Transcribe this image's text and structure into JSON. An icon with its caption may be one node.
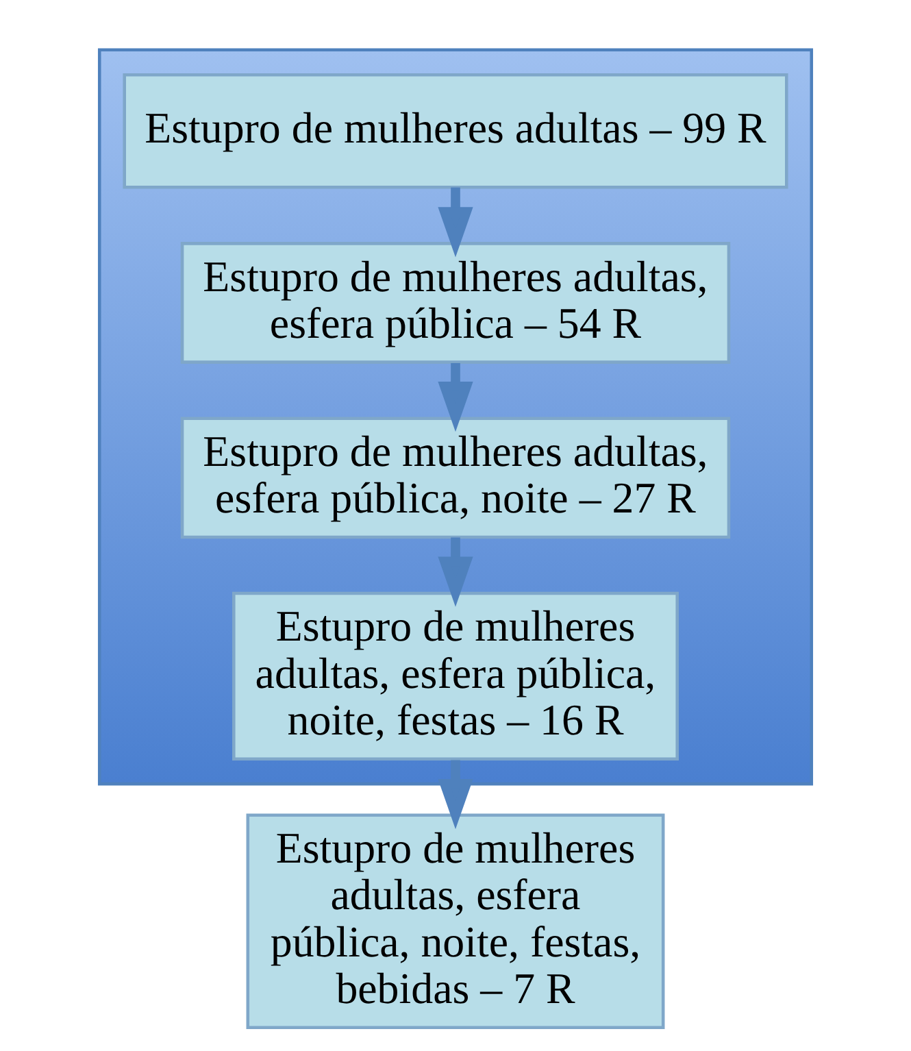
{
  "diagram": {
    "nodes": [
      {
        "text": [],
        "shape": "triangle"
      },
      {
        "text": [
          "Estupro de mulheres adultas – 99 R"
        ],
        "in": 0
      },
      {
        "text": [
          "Estupro de mulheres adultas, esfera pública – 54 R"
        ],
        "in": 0
      },
      {
        "text": [
          "Estupro de mulheres adultas, esfera pública, noite – 27 R"
        ],
        "in": 0
      },
      {
        "text": [
          "Estupro de mulheres adultas, esfera pública, noite, festas – 16 R"
        ],
        "in": 0
      },
      {
        "text": [
          "Estupro de mulheres adultas, esfera pública, noite, festas, bebidas – 7 R"
        ]
      }
    ],
    "edges": [
      {
        "from": 1,
        "to": 2,
        "arrow": "to"
      },
      {
        "from": 2,
        "to": 3,
        "arrow": "to"
      },
      {
        "from": 3,
        "to": 4,
        "arrow": "to"
      },
      {
        "from": 4,
        "to": 5,
        "arrow": "to"
      }
    ]
  }
}
